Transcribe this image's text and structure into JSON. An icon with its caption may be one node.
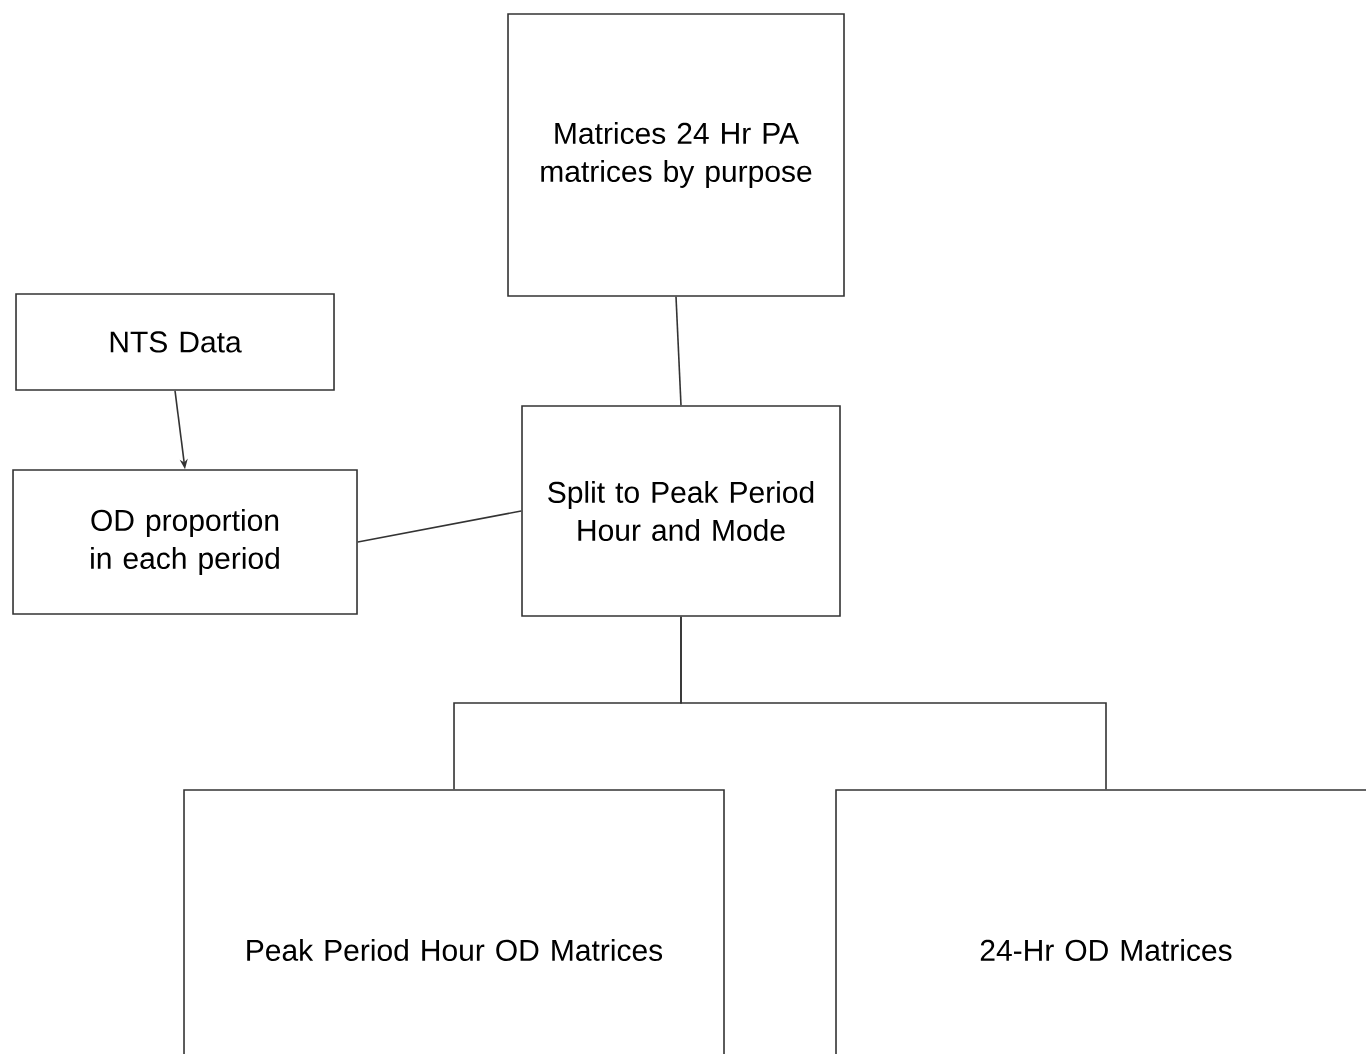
{
  "diagram": {
    "nodes": [
      {
        "text": [
          "Matrices 24 Hr PA matrices by purpose"
        ]
      },
      {
        "text": [
          "NTS Data"
        ]
      },
      {
        "text": [
          "OD proportion in each period"
        ]
      },
      {
        "text": [
          "Split to Peak Period Hour and Mode"
        ]
      },
      {
        "text": [
          "Peak Period Hour OD Matrices"
        ]
      },
      {
        "text": [
          "24-Hr OD Matrices"
        ]
      }
    ],
    "edges": [
      {
        "from": 0,
        "to": 3,
        "arrow": "none"
      },
      {
        "from": 1,
        "to": 2,
        "arrow": "to"
      },
      {
        "from": 2,
        "to": 3,
        "arrow": "none"
      },
      {
        "from": 3,
        "to": 4,
        "arrow": "none"
      },
      {
        "from": 3,
        "to": 5,
        "arrow": "none"
      }
    ]
  }
}
